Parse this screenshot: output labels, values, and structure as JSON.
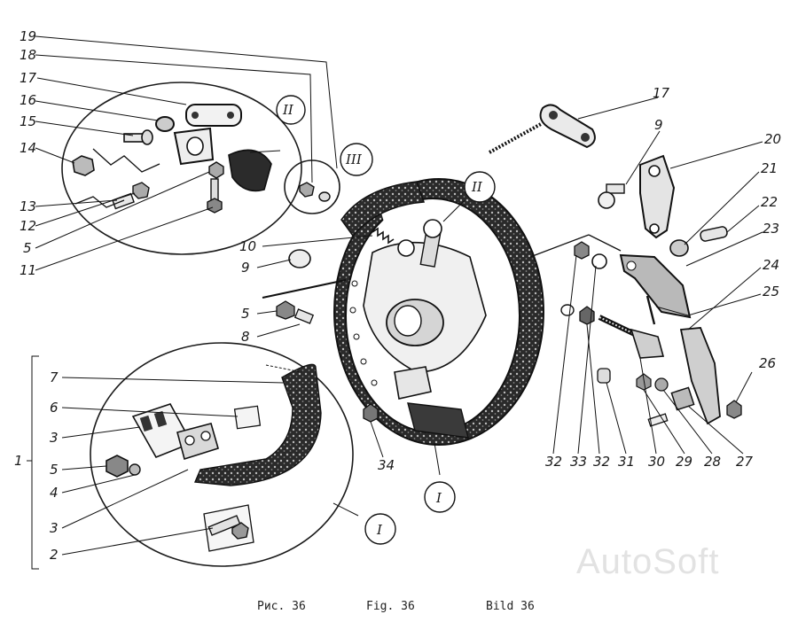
{
  "callouts": {
    "c1": "1",
    "c2": "2",
    "c3a": "3",
    "c3b": "3",
    "c4": "4",
    "c5a": "5",
    "c5b": "5",
    "c5c": "5",
    "c6": "6",
    "c7": "7",
    "c8": "8",
    "c9a": "9",
    "c9b": "9",
    "c10": "10",
    "c11": "11",
    "c12": "12",
    "c13": "13",
    "c14": "14",
    "c15": "15",
    "c16": "16",
    "c17a": "17",
    "c17b": "17",
    "c18": "18",
    "c19": "19",
    "c20": "20",
    "c21": "21",
    "c22": "22",
    "c23": "23",
    "c24": "24",
    "c25": "25",
    "c26": "26",
    "c27": "27",
    "c28": "28",
    "c29": "29",
    "c30": "30",
    "c31": "31",
    "c32a": "32",
    "c32b": "32",
    "c33": "33",
    "c34": "34"
  },
  "roman_markers": {
    "m2a": "II",
    "m2b": "II",
    "m3": "III",
    "m1a": "I",
    "m1b": "I"
  },
  "captions": {
    "ru": "Рис. 36",
    "en": "Fig. 36",
    "de": "Bild 36"
  },
  "watermark": "AutoSoft"
}
